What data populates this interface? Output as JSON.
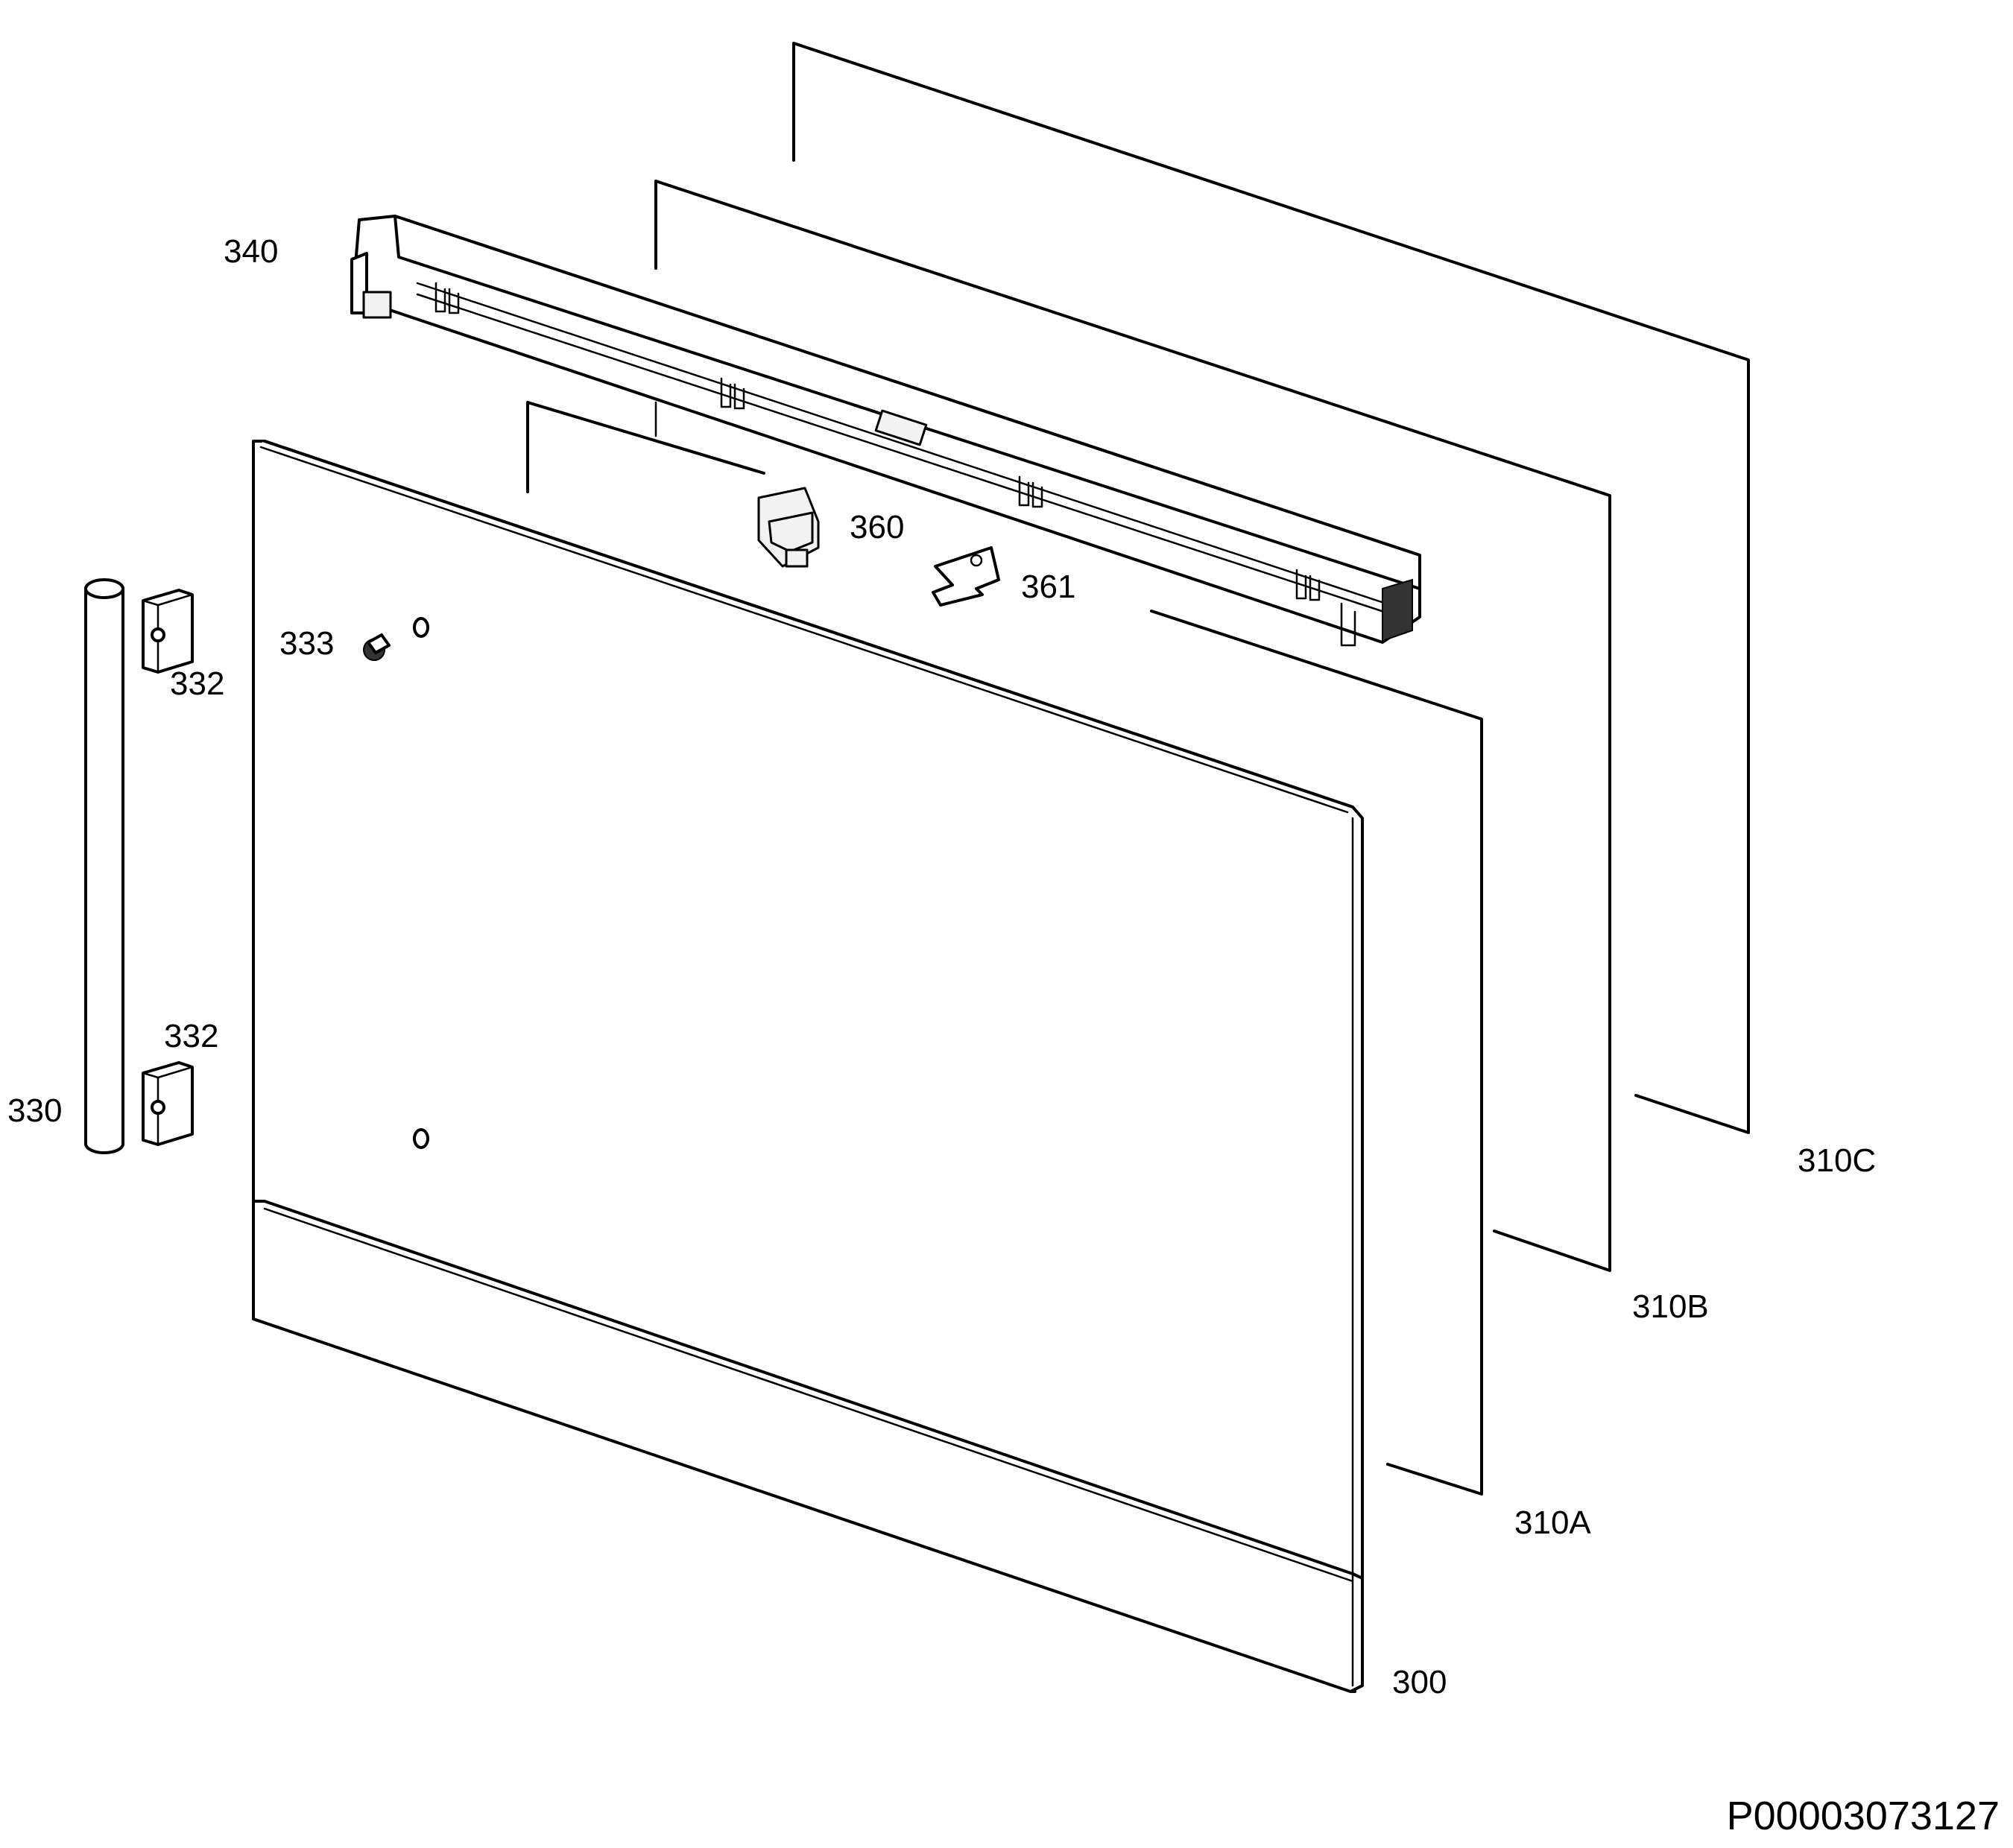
{
  "diagram": {
    "type": "exploded-parts-view",
    "callouts": {
      "door_front": "300",
      "glass_a": "310A",
      "glass_b": "310B",
      "glass_c": "310C",
      "handle": "330",
      "handle_support_upper": "332",
      "handle_support_lower": "332",
      "screw": "333",
      "top_trim": "340",
      "hinge_clip": "360",
      "bracket": "361"
    },
    "drawing_id": "P00003073127"
  }
}
